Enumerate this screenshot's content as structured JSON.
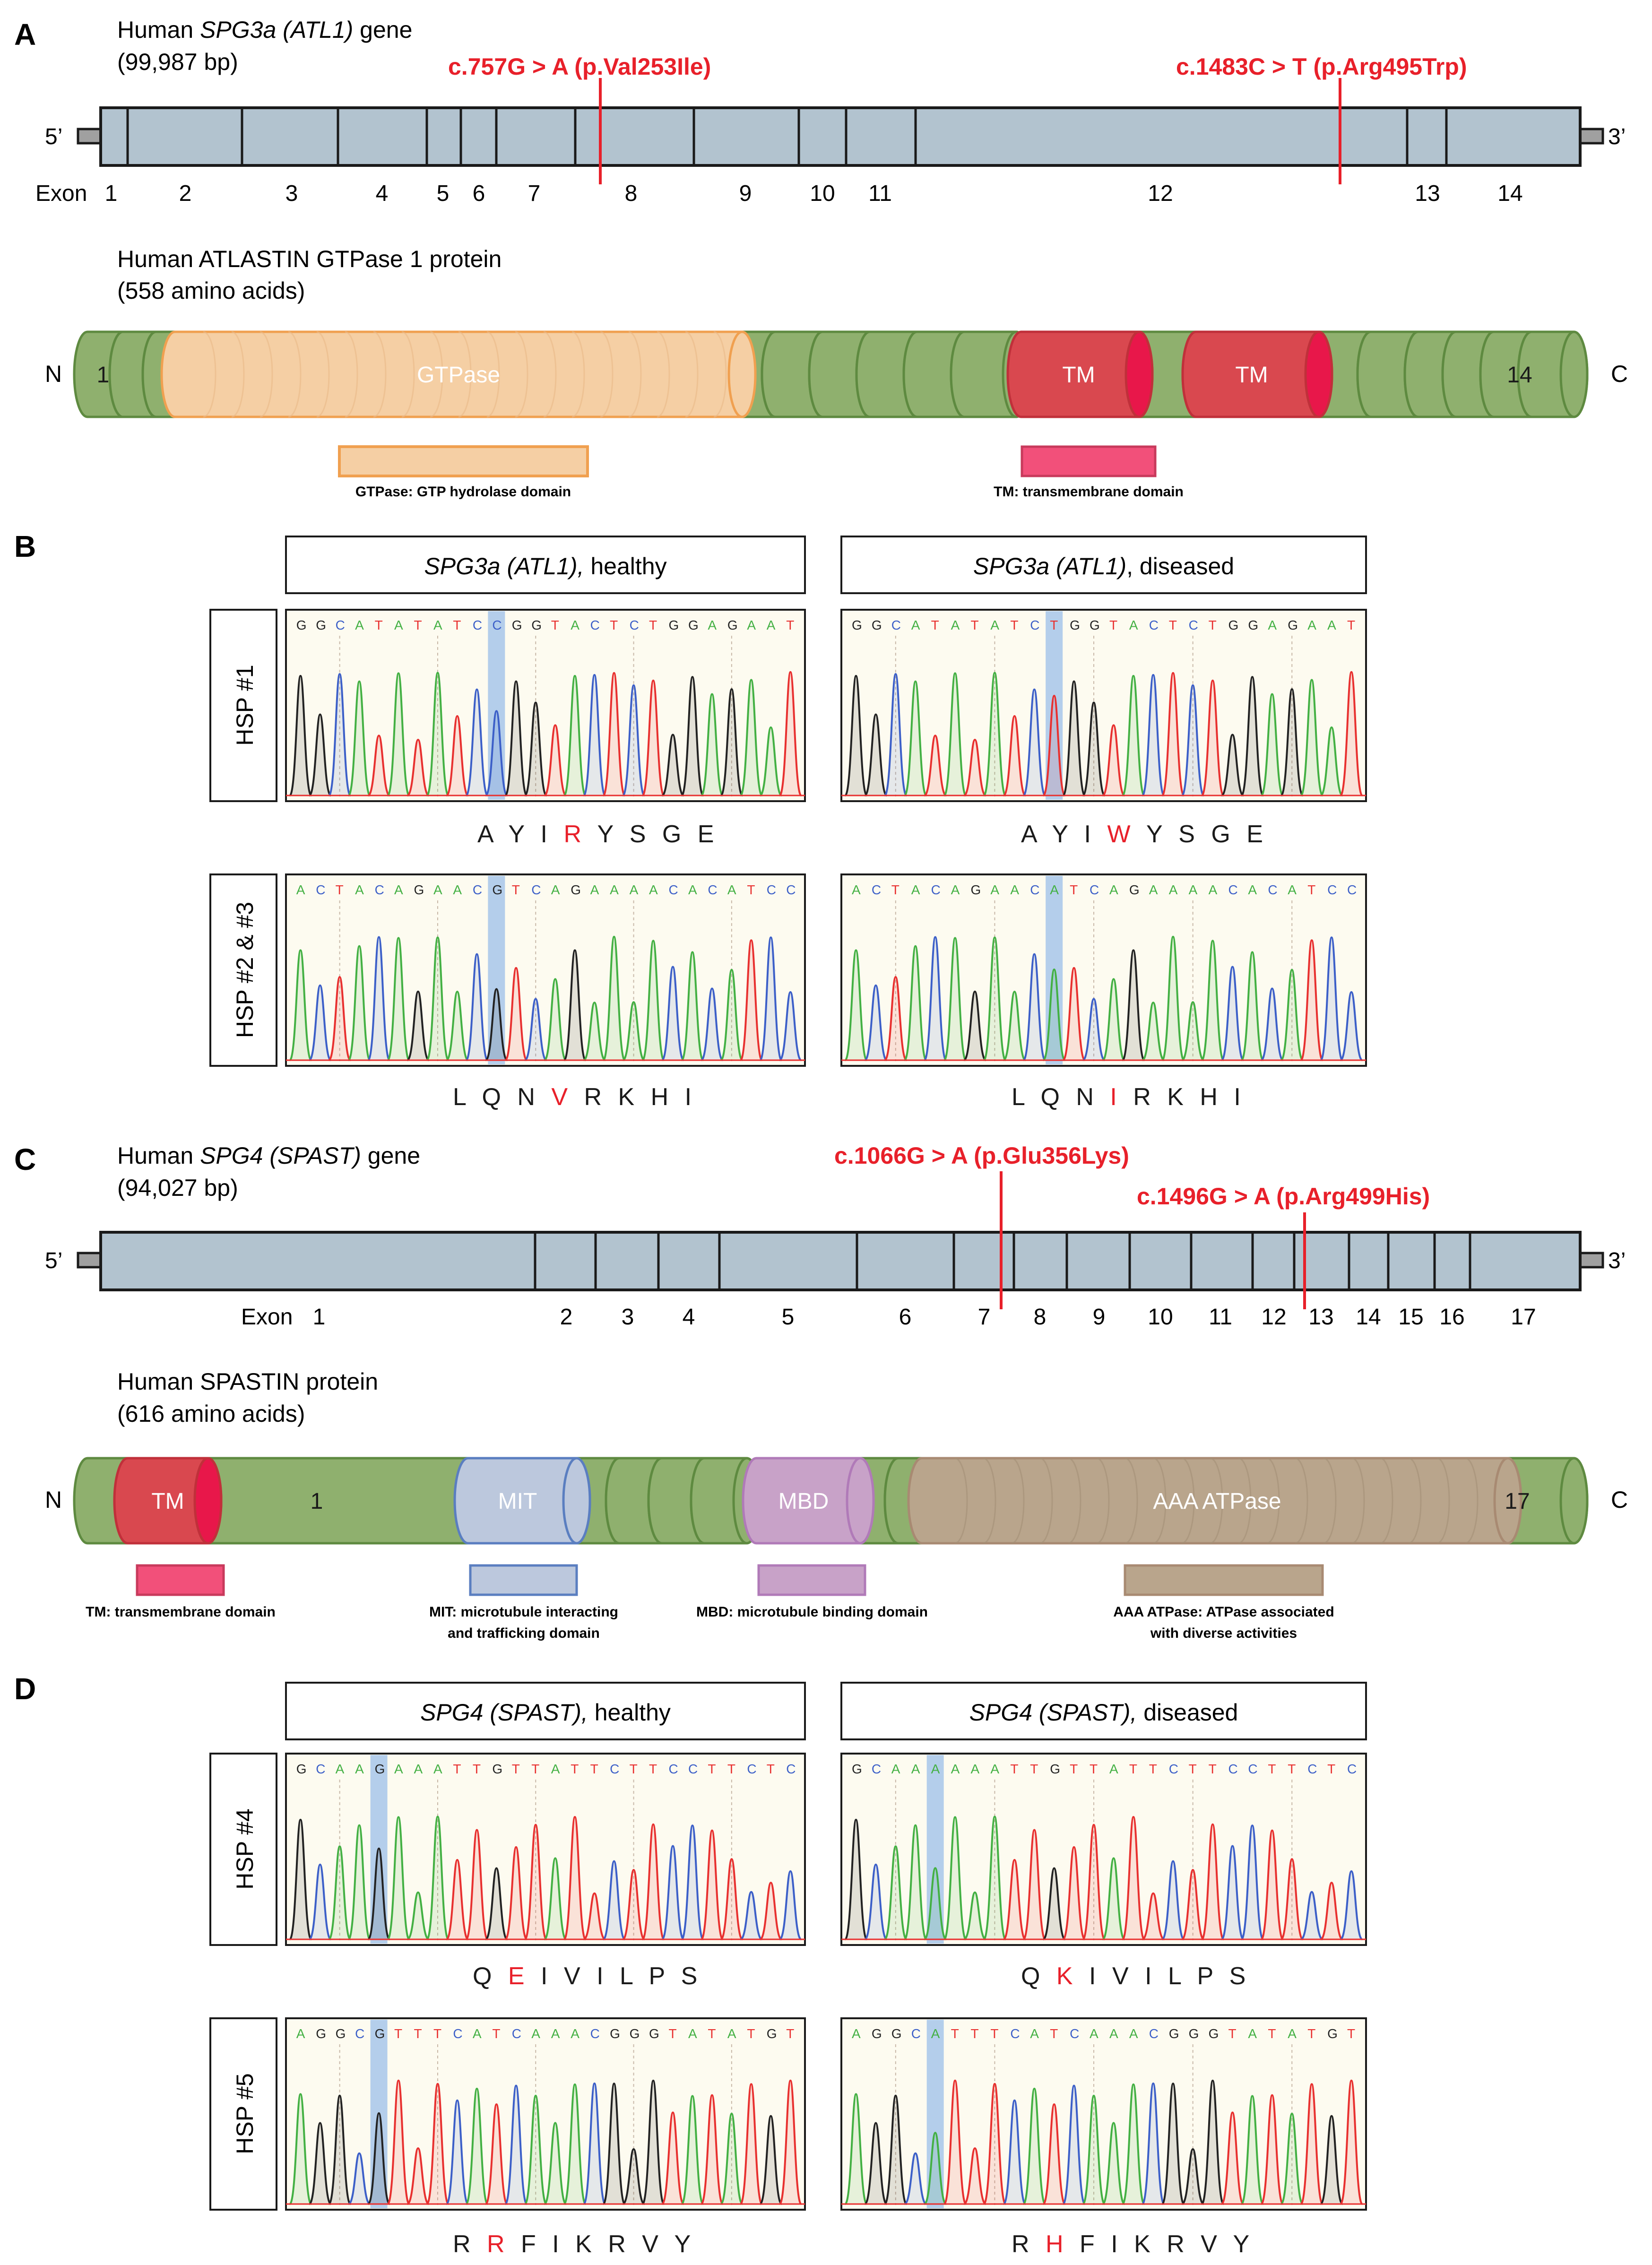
{
  "colors": {
    "gene": "#b2c3cf",
    "gene_stroke": "#1a1a1a",
    "protein_green": "#8fb06e",
    "protein_green_dark": "#5e8a40",
    "gtpase": "#f5cfa4",
    "gtpase_stroke": "#f0a050",
    "tm": "#d9484f",
    "tm_dark": "#e8174a",
    "tm_legend": "#f2507a",
    "mit": "#bcc8dd",
    "mit_stroke": "#5a7ec0",
    "mbd": "#c8a2c8",
    "mbd_stroke": "#b07ab8",
    "aaa": "#b9a58c",
    "aaa_stroke": "#a88a72",
    "mutation": "#e8202a",
    "trace_bg": "#fdfbf0",
    "highlight": "#a7c6ea",
    "base_A": "#43b043",
    "base_C": "#3c5fc8",
    "base_G": "#222222",
    "base_T": "#e8302f"
  },
  "panelA": {
    "letter": "A",
    "gene_title_prefix": "Human ",
    "gene_title_italic": "SPG3a (ATL1)",
    "gene_title_suffix": " gene",
    "gene_size": "(99,987 bp)",
    "five_prime": "5’",
    "three_prime": "3’",
    "exon_label": "Exon",
    "exon_numbers": [
      "1",
      "2",
      "3",
      "4",
      "5",
      "6",
      "7",
      "8",
      "9",
      "10",
      "11",
      "12",
      "13",
      "14"
    ],
    "mutation1": "c.757G > A (p.Val253Ile)",
    "mutation2": "c.1483C > T (p.Arg495Trp)",
    "protein_title": "Human ATLASTIN GTPase 1 protein",
    "protein_size": "(558 amino acids)",
    "n_term": "N",
    "c_term": "C",
    "first_seg": "1",
    "last_seg": "14",
    "domain_gtpase": "GTPase",
    "domain_tm1": "TM",
    "domain_tm2": "TM",
    "legend_gtpase": "GTPase: GTP hydrolase domain",
    "legend_tm": "TM: transmembrane domain"
  },
  "panelB": {
    "letter": "B",
    "header_healthy_italic": "SPG3a (ATL1),",
    "header_healthy_suffix": " healthy",
    "header_diseased_italic": "SPG3a (ATL1)",
    "header_diseased_suffix": ", diseased",
    "row1_label": "HSP #1",
    "row2_label": "HSP #2 & #3",
    "row1_healthy_seq": "GGCATATATCCGGTACTCTGGAGAAT",
    "row1_diseased_seq": "GGCATATATCTGGTACTCTGGAGAAT",
    "row2_healthy_seq": "ACTACAGAACGTCAGAAAACACATCC",
    "row2_diseased_seq": "ACTACAGAACATCAGAAAACACATCC",
    "row1_healthy_aa": [
      "A",
      "Y",
      "I",
      "R",
      "Y",
      "S",
      "G",
      "E"
    ],
    "row1_diseased_aa": [
      "A",
      "Y",
      "I",
      "W",
      "Y",
      "S",
      "G",
      "E"
    ],
    "row2_healthy_aa": [
      "L",
      "Q",
      "N",
      "V",
      "R",
      "K",
      "H",
      "I"
    ],
    "row2_diseased_aa": [
      "L",
      "Q",
      "N",
      "I",
      "R",
      "K",
      "H",
      "I"
    ]
  },
  "panelC": {
    "letter": "C",
    "gene_title_prefix": "Human ",
    "gene_title_italic": "SPG4 (SPAST)",
    "gene_title_suffix": " gene",
    "gene_size": "(94,027 bp)",
    "five_prime": "5’",
    "three_prime": "3’",
    "exon_label": "Exon",
    "exon_numbers": [
      "1",
      "2",
      "3",
      "4",
      "5",
      "6",
      "7",
      "8",
      "9",
      "10",
      "11",
      "12",
      "13",
      "14",
      "15",
      "16",
      "17"
    ],
    "mutation1": "c.1066G > A (p.Glu356Lys)",
    "mutation2": "c.1496G > A (p.Arg499His)",
    "protein_title": "Human SPASTIN protein",
    "protein_size": "(616 amino acids)",
    "n_term": "N",
    "c_term": "C",
    "first_seg": "1",
    "last_seg": "17",
    "domain_tm": "TM",
    "domain_mit": "MIT",
    "domain_mbd": "MBD",
    "domain_aaa": "AAA ATPase",
    "legend_tm": "TM: transmembrane domain",
    "legend_mit_1": "MIT: microtubule interacting",
    "legend_mit_2": "and trafficking domain",
    "legend_mbd": "MBD: microtubule binding domain",
    "legend_aaa_1": "AAA ATPase: ATPase associated",
    "legend_aaa_2": "with diverse activities"
  },
  "panelD": {
    "letter": "D",
    "header_healthy_italic": "SPG4 (SPAST),",
    "header_healthy_suffix": " healthy",
    "header_diseased_italic": "SPG4 (SPAST),",
    "header_diseased_suffix": " diseased",
    "row1_label": "HSP #4",
    "row2_label": "HSP #5",
    "row1_healthy_seq": "GCAAGAAATTGTTATTCTTCCTTCTC",
    "row1_diseased_seq": "GCAAAAAATTGTTATTCTTCCTTCTC",
    "row2_healthy_seq": "AGGCGTTTCATCAAACGGGTATATGT",
    "row2_diseased_seq": "AGGCATTTCATCAAACGGGTATATGT",
    "row1_healthy_aa": [
      "Q",
      "E",
      "I",
      "V",
      "I",
      "L",
      "P",
      "S"
    ],
    "row1_diseased_aa": [
      "Q",
      "K",
      "I",
      "V",
      "I",
      "L",
      "P",
      "S"
    ],
    "row2_healthy_aa": [
      "R",
      "R",
      "F",
      "I",
      "K",
      "R",
      "V",
      "Y"
    ],
    "row2_diseased_aa": [
      "R",
      "H",
      "F",
      "I",
      "K",
      "R",
      "V",
      "Y"
    ]
  }
}
